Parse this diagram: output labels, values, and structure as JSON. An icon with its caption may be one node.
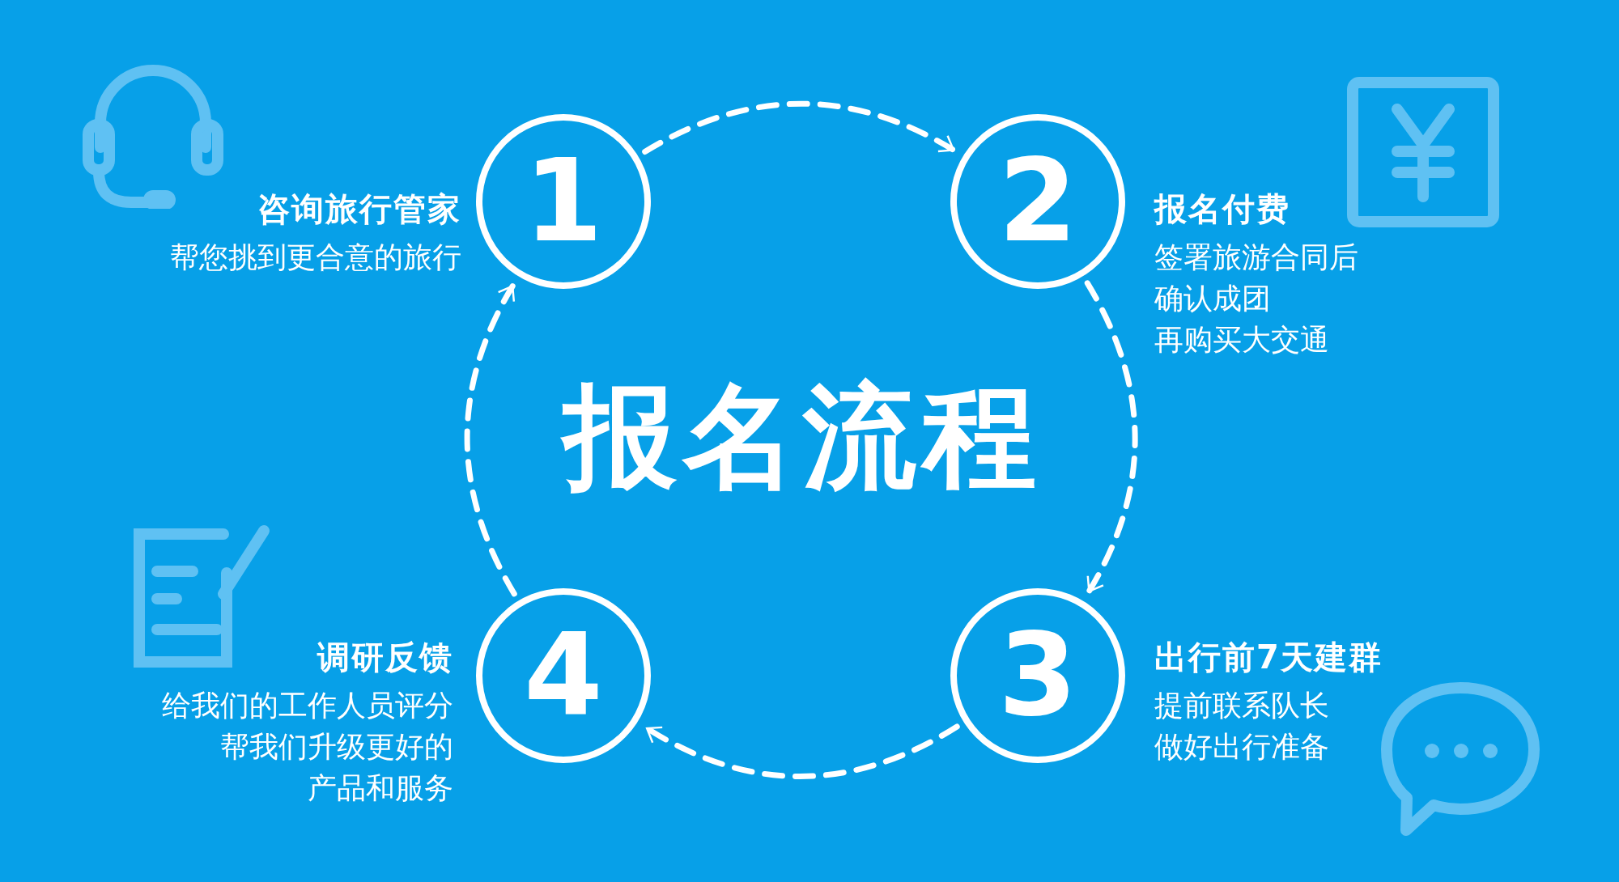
{
  "diagram": {
    "title": "报名流程",
    "nodes": [
      {
        "text": [
          "1"
        ],
        "beside": [
          "咨询旅行管家",
          "帮您挑到更合意的旅行"
        ]
      },
      {
        "text": [
          "2"
        ],
        "beside": [
          "报名付费",
          "签署旅游合同后",
          "确认成团",
          "再购买大交通"
        ]
      },
      {
        "text": [
          "3"
        ],
        "beside": [
          "出行前7天建群",
          "提前联系队长",
          "做好出行准备"
        ]
      },
      {
        "text": [
          "4"
        ],
        "beside": [
          "调研反馈",
          "给我们的工作人员评分",
          "帮我们升级更好的",
          "产品和服务"
        ]
      }
    ],
    "edges": [
      {
        "from": 0,
        "to": 1,
        "arrow": "to",
        "style": "dashed"
      },
      {
        "from": 1,
        "to": 2,
        "arrow": "to",
        "style": "dashed"
      },
      {
        "from": 2,
        "to": 3,
        "arrow": "to",
        "style": "dashed"
      },
      {
        "from": 3,
        "to": 0,
        "arrow": "to",
        "style": "dashed"
      }
    ]
  }
}
